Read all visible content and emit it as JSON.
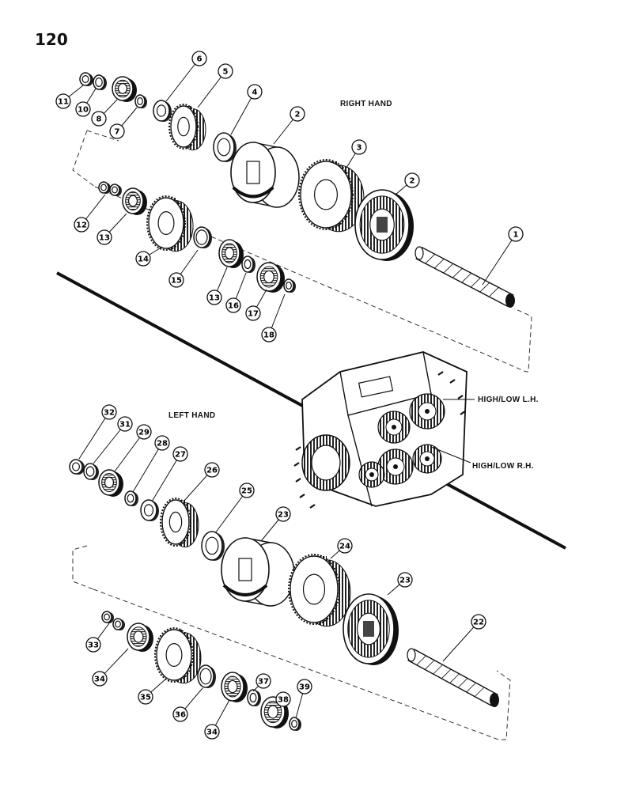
{
  "page_number": "120",
  "labels": {
    "right_hand": "RIGHT HAND",
    "left_hand": "LEFT HAND",
    "high_low_lh": "HIGH/LOW L.H.",
    "high_low_rh": "HIGH/LOW R.H."
  },
  "callouts": {
    "rh": [
      "11",
      "10",
      "8",
      "7",
      "6",
      "5",
      "4",
      "2",
      "3",
      "2",
      "1",
      "12",
      "13",
      "14",
      "15",
      "13",
      "16",
      "17",
      "18"
    ],
    "lh": [
      "32",
      "31",
      "29",
      "28",
      "27",
      "26",
      "25",
      "23",
      "24",
      "23",
      "22",
      "33",
      "34",
      "35",
      "36",
      "34",
      "37",
      "38",
      "39"
    ]
  }
}
